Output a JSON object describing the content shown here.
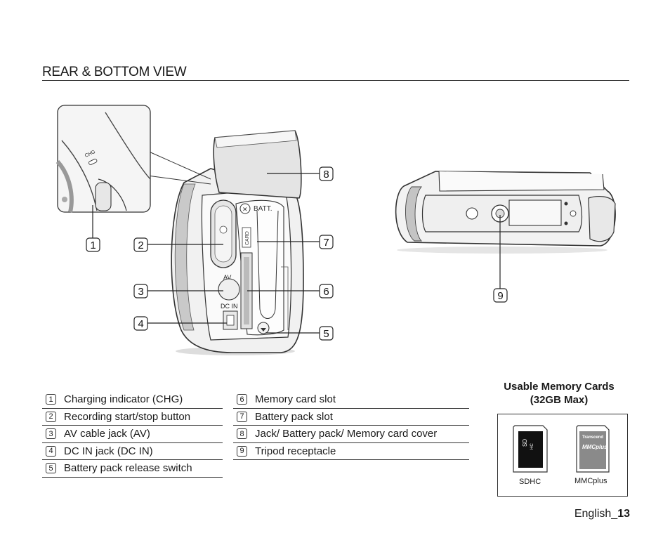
{
  "page": {
    "title": "REAR & BOTTOM VIEW",
    "footer_language": "English_",
    "footer_page": "13"
  },
  "figure_labels": {
    "chg": "CHG",
    "batt": "BATT.",
    "card": "CARD",
    "av": "AV",
    "dc_in": "DC IN"
  },
  "callouts": [
    "1",
    "2",
    "3",
    "4",
    "5",
    "6",
    "7",
    "8",
    "9"
  ],
  "legend_left": [
    {
      "num": "1",
      "text": "Charging indicator (CHG)"
    },
    {
      "num": "2",
      "text": "Recording start/stop button"
    },
    {
      "num": "3",
      "text": "AV cable jack (AV)"
    },
    {
      "num": "4",
      "text": "DC IN jack (DC IN)"
    },
    {
      "num": "5",
      "text": "Battery pack release switch"
    }
  ],
  "legend_right": [
    {
      "num": "6",
      "text": "Memory card slot"
    },
    {
      "num": "7",
      "text": "Battery pack slot"
    },
    {
      "num": "8",
      "text": "Jack/ Battery pack/ Memory card cover"
    },
    {
      "num": "9",
      "text": "Tripod receptacle"
    }
  ],
  "cards": {
    "title_line1": "Usable Memory Cards",
    "title_line2": "(32GB Max)",
    "items": [
      {
        "label": "SDHC",
        "icon": "sdhc-card-icon"
      },
      {
        "label": "MMCplus",
        "icon": "mmcplus-card-icon",
        "brand": "Transcend",
        "logo": "MMCplus"
      }
    ]
  }
}
